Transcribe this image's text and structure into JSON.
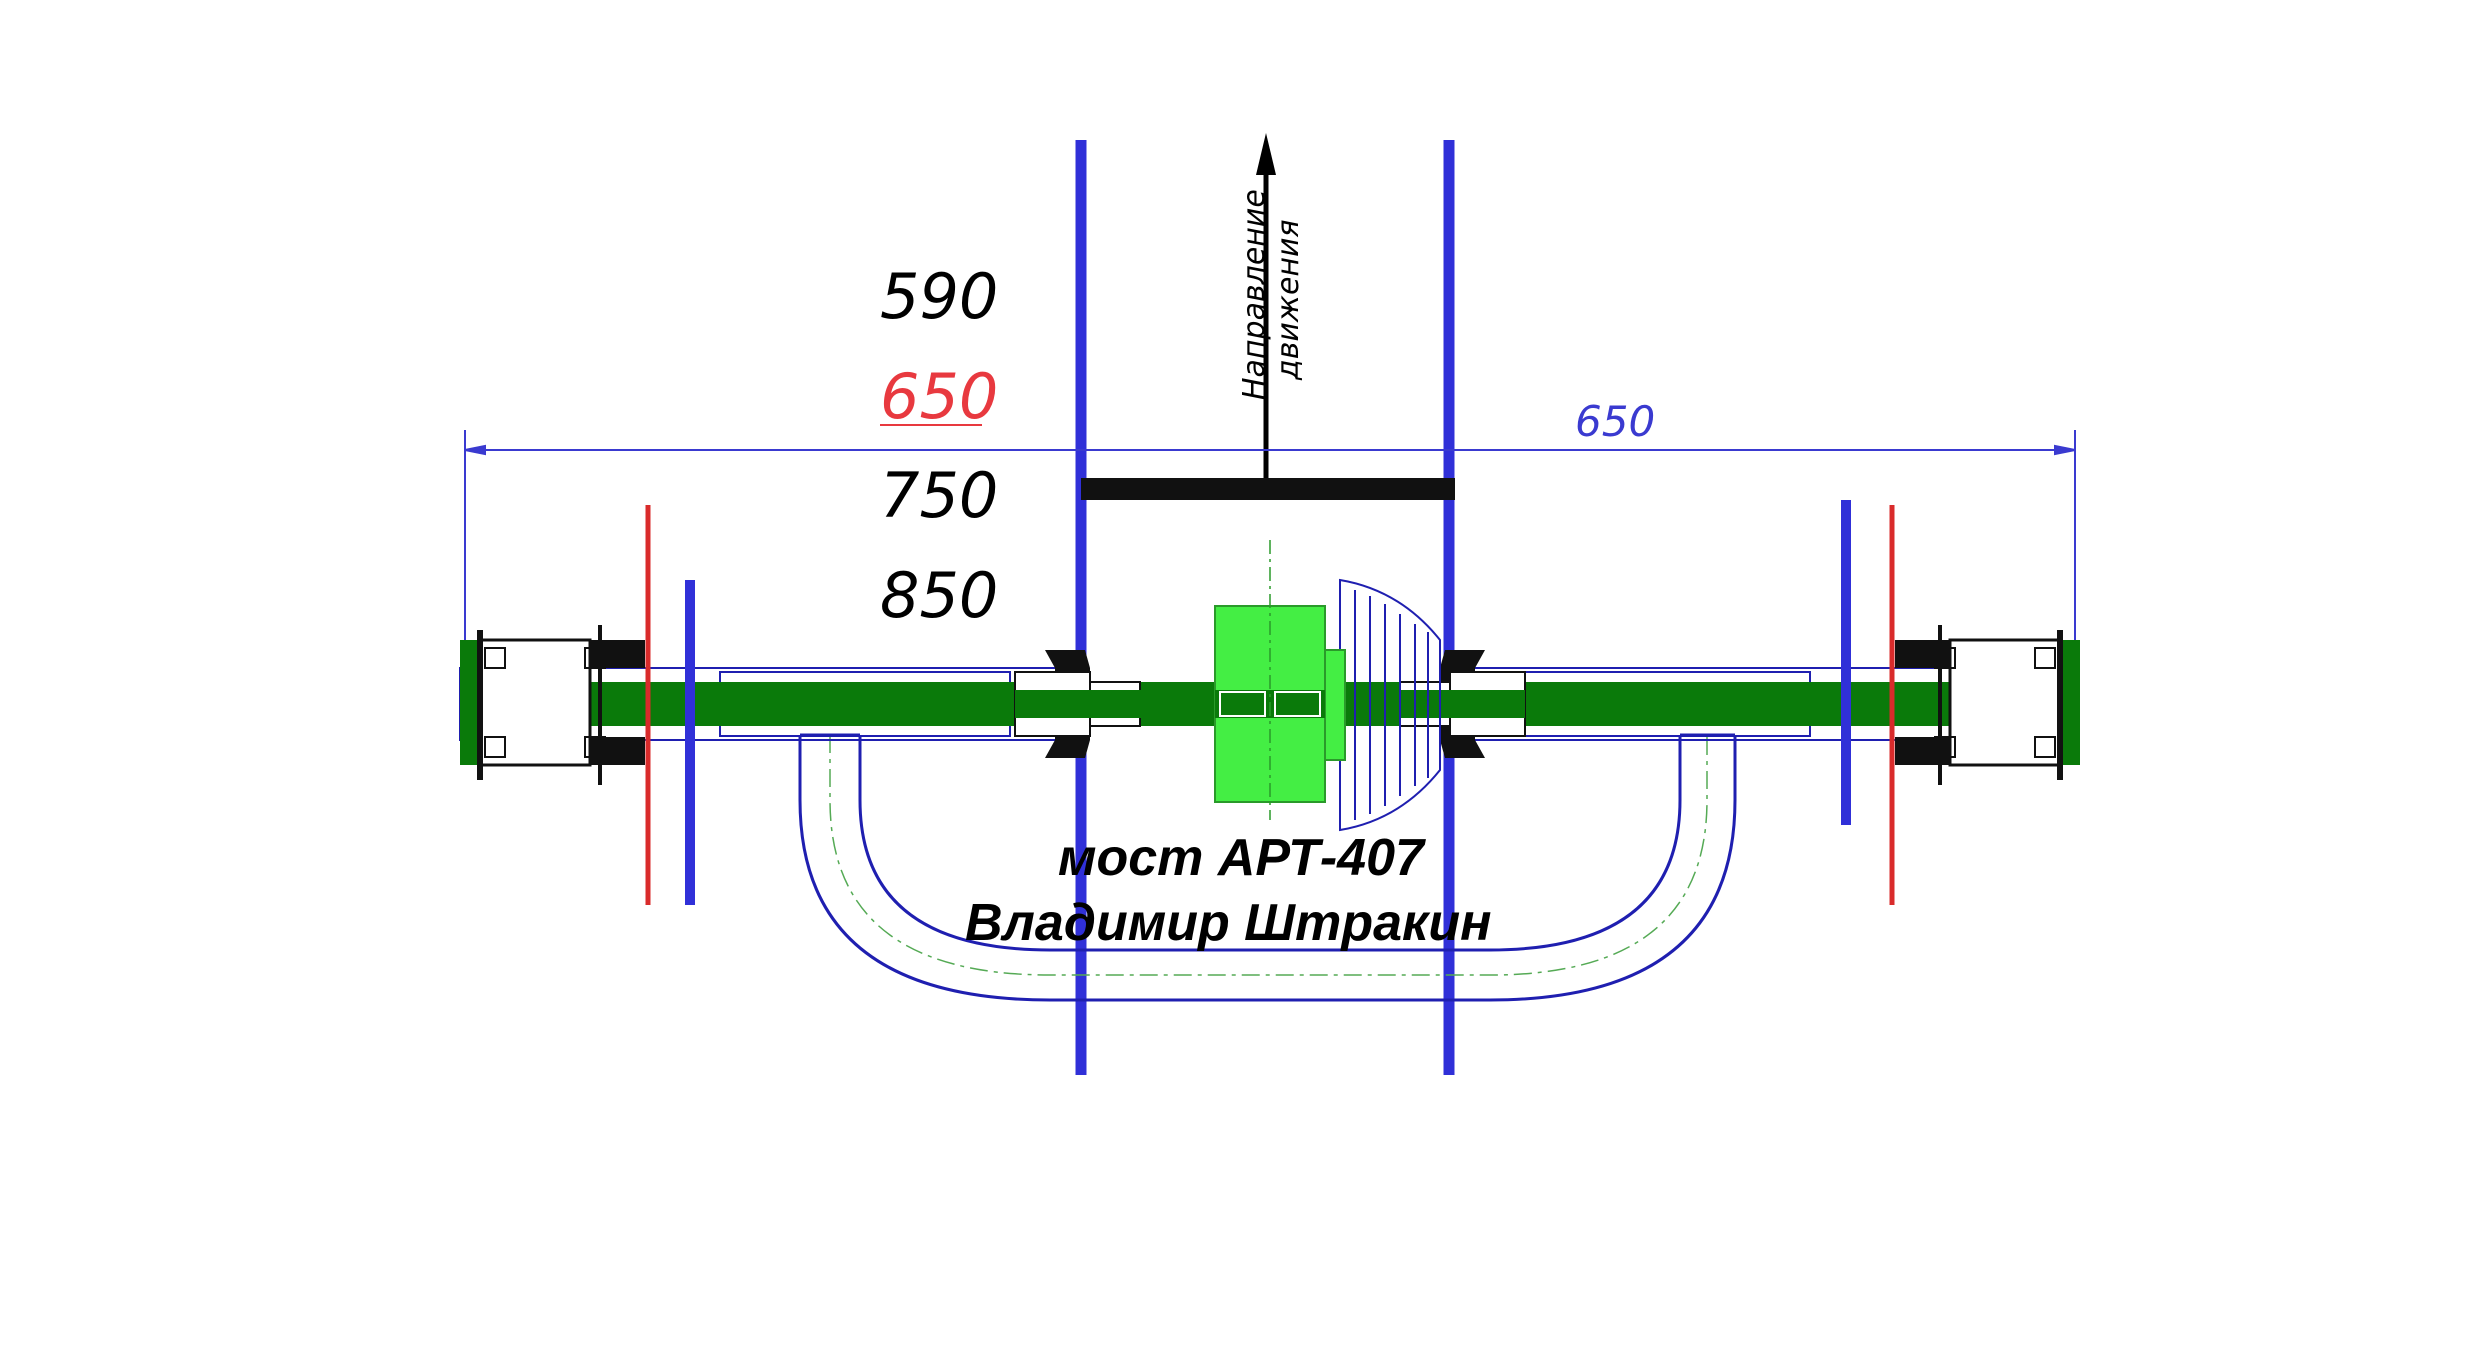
{
  "drawing": {
    "size_labels": [
      {
        "text": "590",
        "color": "#000000"
      },
      {
        "text": "650",
        "color": "#e8393f"
      },
      {
        "text": "750",
        "color": "#000000"
      },
      {
        "text": "850",
        "color": "#000000"
      }
    ],
    "direction_label": {
      "line1": "Направление",
      "line2": "движения"
    },
    "dimension_label": "650",
    "caption": {
      "line1": "мост АРТ-407",
      "line2": "Владимир Штракин"
    }
  },
  "colors": {
    "frame": "#3030d8",
    "shaft": "#0a7a0a",
    "diff": "#44ee44",
    "disc": "#d92b2b",
    "outline": "#1f1fb0",
    "dimension": "#3a3ad0",
    "centerline": "#55aa55"
  }
}
